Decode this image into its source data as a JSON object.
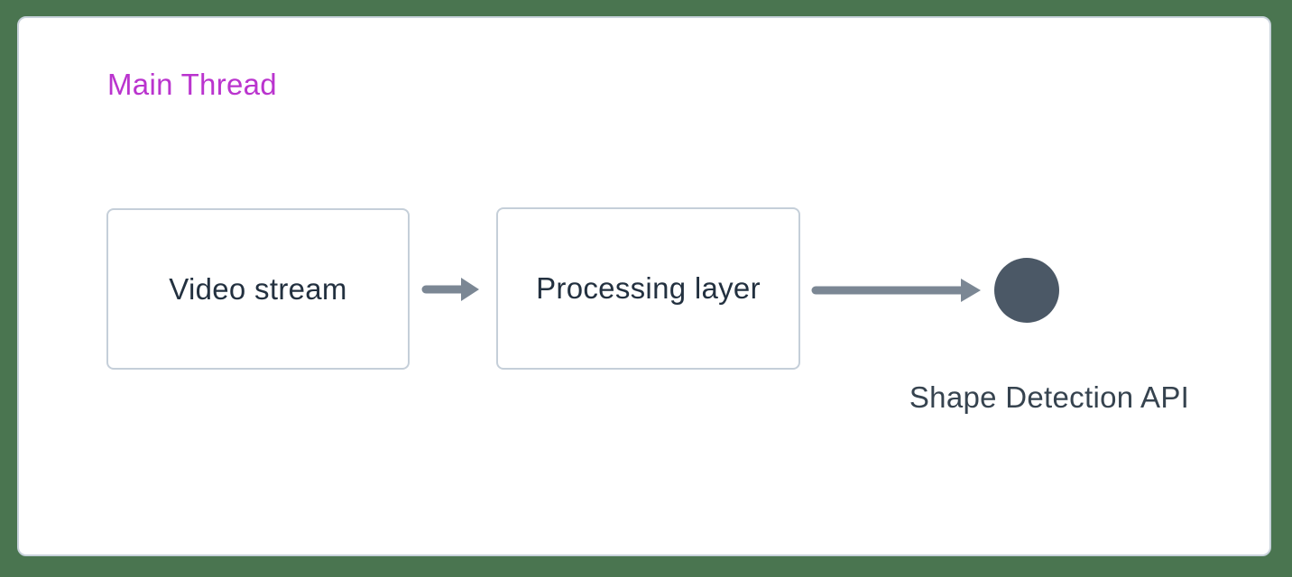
{
  "diagram": {
    "panel_label": "Main Thread",
    "nodes": [
      {
        "id": "video-stream",
        "label": "Video stream"
      },
      {
        "id": "processing-layer",
        "label": "Processing layer"
      }
    ],
    "flow": [
      "Video stream",
      "Processing layer",
      "Shape Detection API"
    ],
    "endpoint": {
      "label": "Shape Detection API",
      "shape": "circle"
    },
    "colors": {
      "page_background": "#4a7550",
      "panel_background": "#ffffff",
      "panel_border": "#c8d2db",
      "node_border": "#c5cfd9",
      "node_text": "#233140",
      "panel_label_text": "#ba34ce",
      "arrow": "#7b8794",
      "endpoint_circle": "#4b5866",
      "endpoint_text": "#36434f"
    }
  }
}
